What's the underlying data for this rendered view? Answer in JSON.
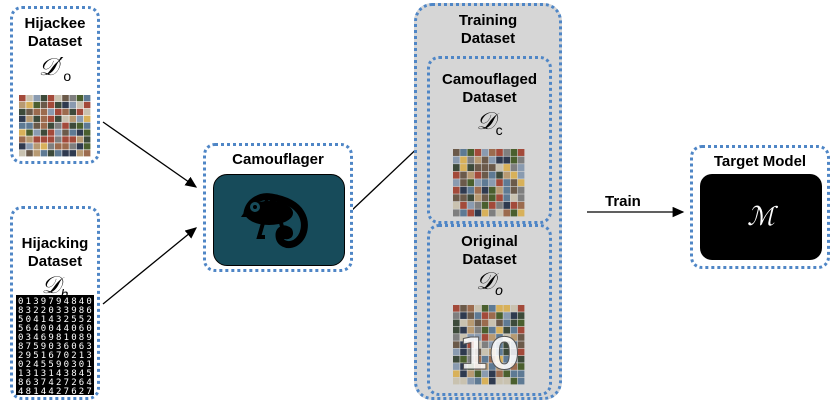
{
  "hijackee": {
    "title_line1": "Hijackee",
    "title_line2": "Dataset",
    "symbol": "𝒟′",
    "sub": "o"
  },
  "hijacking": {
    "title_line1": "Hijacking",
    "title_line2": "Dataset",
    "symbol": "𝒟",
    "sub": "h"
  },
  "camouflager": {
    "title": "Camouflager",
    "icon": "chameleon-icon",
    "box_color": "#174b5a"
  },
  "training": {
    "title_line1": "Training",
    "title_line2": "Dataset",
    "camouflaged": {
      "title_line1": "Camouflaged",
      "title_line2": "Dataset",
      "symbol": "𝒟",
      "sub": "c"
    },
    "original": {
      "title_line1": "Original",
      "title_line2": "Dataset",
      "symbol": "𝒟",
      "sub": "o",
      "overlay": "10"
    },
    "bg_color": "#d6d6d6"
  },
  "train_label": "Train",
  "target": {
    "title": "Target Model",
    "symbol": "ℳ",
    "box_color": "#000000"
  },
  "colors": {
    "dotted_border": "#4f86c6"
  }
}
